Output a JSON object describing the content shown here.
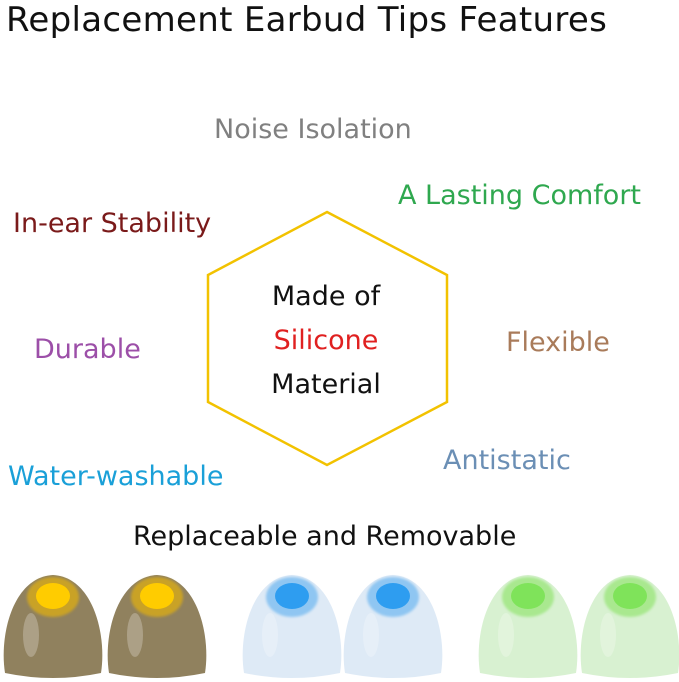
{
  "title": "Replacement Earbud Tips Features",
  "features": {
    "noise": {
      "label": "Noise Isolation",
      "color": "#808080"
    },
    "comfort": {
      "label": "A Lasting Comfort",
      "color": "#2fa84f"
    },
    "stability": {
      "label": "In-ear Stability",
      "color": "#7a1a1a"
    },
    "durable": {
      "label": "Durable",
      "color": "#9c4fa8"
    },
    "flexible": {
      "label": "Flexible",
      "color": "#a97b5a"
    },
    "antistatic": {
      "label": "Antistatic",
      "color": "#6b8fb5"
    },
    "washable": {
      "label": "Water-washable",
      "color": "#1aa0d8"
    },
    "removable": {
      "label": "Replaceable and Removable",
      "color": "#111111"
    }
  },
  "center": {
    "line1": "Made of",
    "line2": "Silicone",
    "line3": "Material",
    "accent_color": "#e02020",
    "hex_color": "#f2c200"
  },
  "tips": [
    {
      "body": "#8a7a55",
      "hole": "#ffcc00",
      "ring": "#c9a227"
    },
    {
      "body": "#8a7a55",
      "hole": "#ffcc00",
      "ring": "#c9a227"
    },
    {
      "body": "#dce9f5",
      "hole": "#2e9df0",
      "ring": "#8fc6f2"
    },
    {
      "body": "#dce9f5",
      "hole": "#2e9df0",
      "ring": "#8fc6f2"
    },
    {
      "body": "#d6f0cf",
      "hole": "#7fe35a",
      "ring": "#a9e88f"
    },
    {
      "body": "#d6f0cf",
      "hole": "#7fe35a",
      "ring": "#a9e88f"
    }
  ]
}
